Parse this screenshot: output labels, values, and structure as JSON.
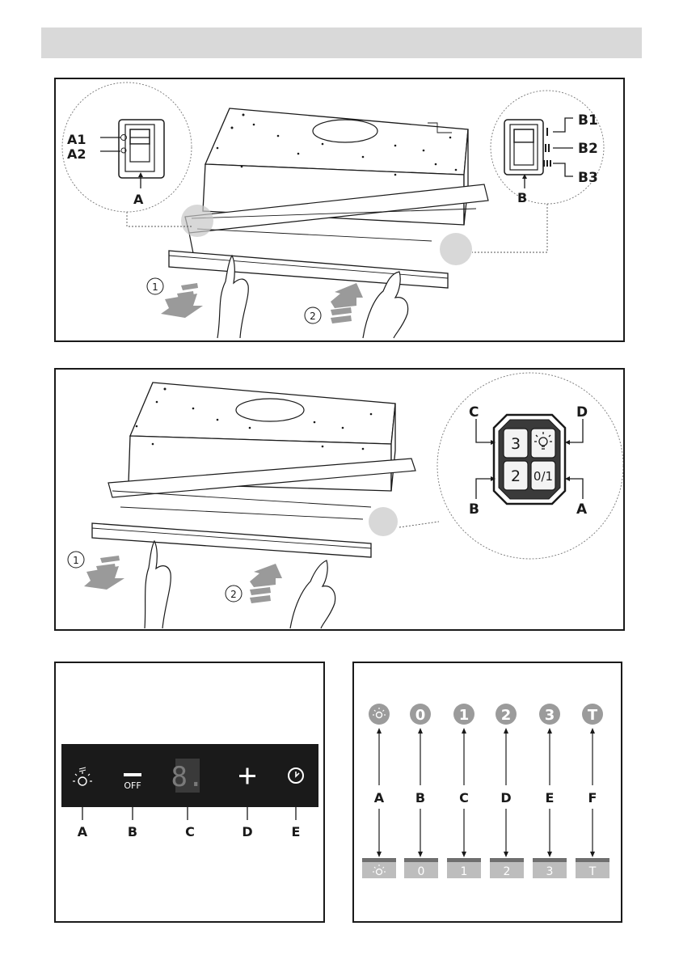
{
  "figure1": {
    "switch_a": {
      "labels": {
        "a1": "A1",
        "a2": "A2",
        "a": "A"
      }
    },
    "switch_b": {
      "labels": {
        "b1": "B1",
        "b2": "B2",
        "b3": "B3",
        "b": "B"
      }
    },
    "steps": [
      "1",
      "2"
    ]
  },
  "figure2": {
    "keypad": {
      "keys": [
        "3",
        "2",
        "0/1"
      ],
      "labels": {
        "c": "C",
        "d": "D",
        "b": "B",
        "a": "A"
      }
    },
    "steps": [
      "1",
      "2"
    ]
  },
  "figure3": {
    "panel": {
      "off_label": "OFF",
      "display": "8."
    },
    "labels": [
      "A",
      "B",
      "C",
      "D",
      "E"
    ]
  },
  "figure4": {
    "top_buttons": [
      "0",
      "1",
      "2",
      "3",
      "T"
    ],
    "labels": [
      "A",
      "B",
      "C",
      "D",
      "E",
      "F"
    ],
    "bottom_keys": [
      "0",
      "1",
      "2",
      "3",
      "T"
    ]
  }
}
